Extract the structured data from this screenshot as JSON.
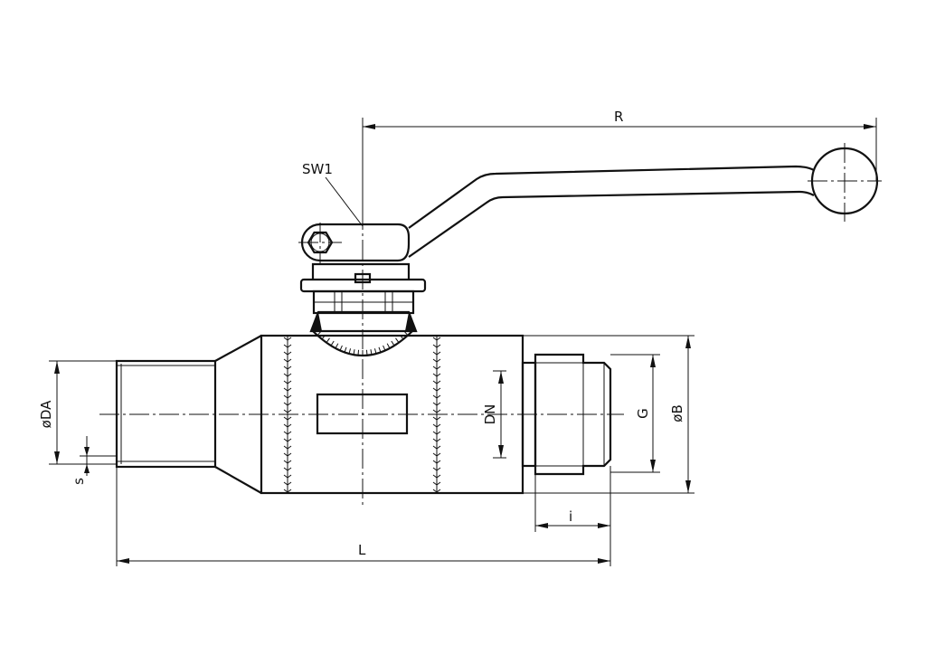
{
  "dimensions": {
    "handle_radius": "R",
    "wrench_size": "SW1",
    "pipe_outer_diameter": "øDA",
    "wall_thickness": "s",
    "nominal_diameter": "DN",
    "thread": "G",
    "body_diameter": "øB",
    "thread_length": "i",
    "overall_length": "L"
  },
  "colors": {
    "line": "#111111",
    "background": "#ffffff"
  }
}
